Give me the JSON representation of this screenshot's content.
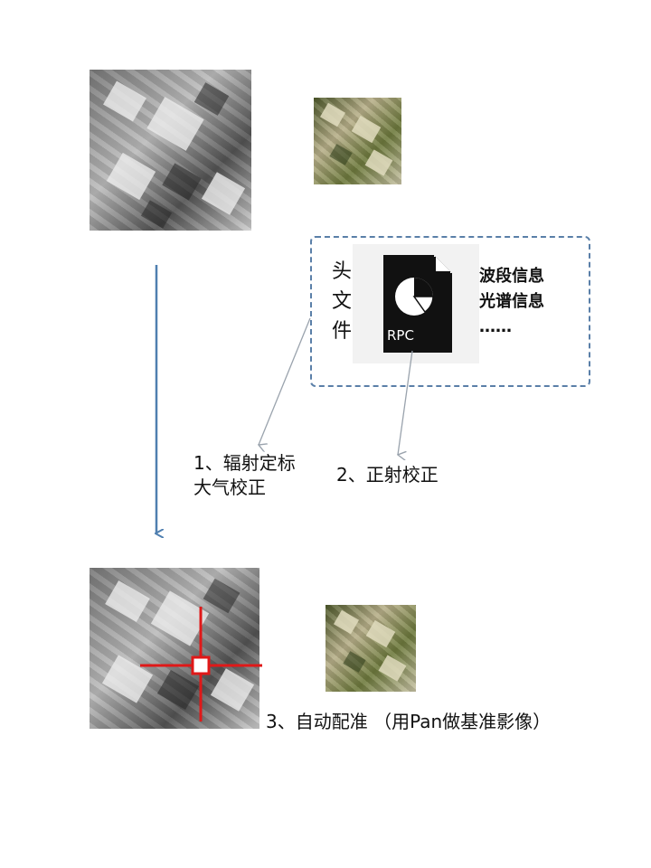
{
  "header_label": [
    "头",
    "文",
    "件"
  ],
  "file_icon": {
    "name": "file-icon",
    "label": "RPC"
  },
  "band_info": {
    "line1": "波段信息",
    "line2": "光谱信息",
    "line3": "……"
  },
  "steps": {
    "step1_line1": "1、辐射定标",
    "step1_line2": "大气校正",
    "step2": "2、正射校正",
    "step3": "3、自动配准 （用Pan做基准影像）"
  },
  "colors": {
    "dashed_border": "#5a7fa8",
    "flow_arrow": "#4f7fb0",
    "leader_line": "#9aa3ad",
    "crosshair": "#e01818"
  }
}
